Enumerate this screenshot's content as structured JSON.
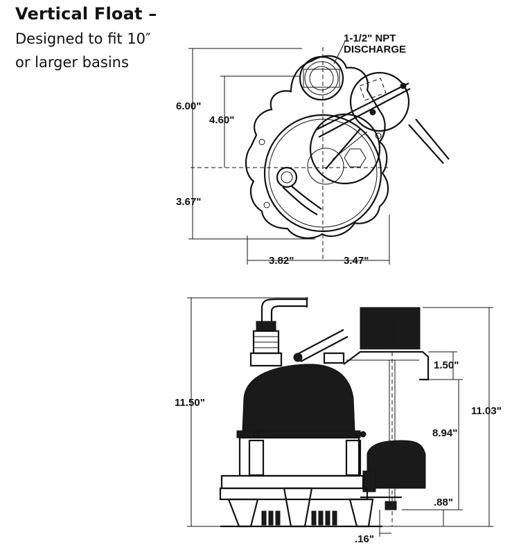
{
  "heading": {
    "title": "Vertical Float –",
    "subtitle_line1": "Designed to fit 10″",
    "subtitle_line2": "or larger basins"
  },
  "top_view": {
    "discharge_label_line1": "1-1/2\" NPT",
    "discharge_label_line2": "DISCHARGE",
    "dim_height_total": "6.00\"",
    "dim_height_upper": "4.60\"",
    "dim_height_lower": "3.67\"",
    "dim_width_left": "3.82\"",
    "dim_width_right": "3.47\""
  },
  "side_view": {
    "dim_total_height": "11.50\"",
    "dim_switch_height": "11.03\"",
    "dim_float_travel": "8.94\"",
    "dim_bracket": "1.50\"",
    "dim_float_low": ".88\"",
    "dim_base": ".16\""
  }
}
